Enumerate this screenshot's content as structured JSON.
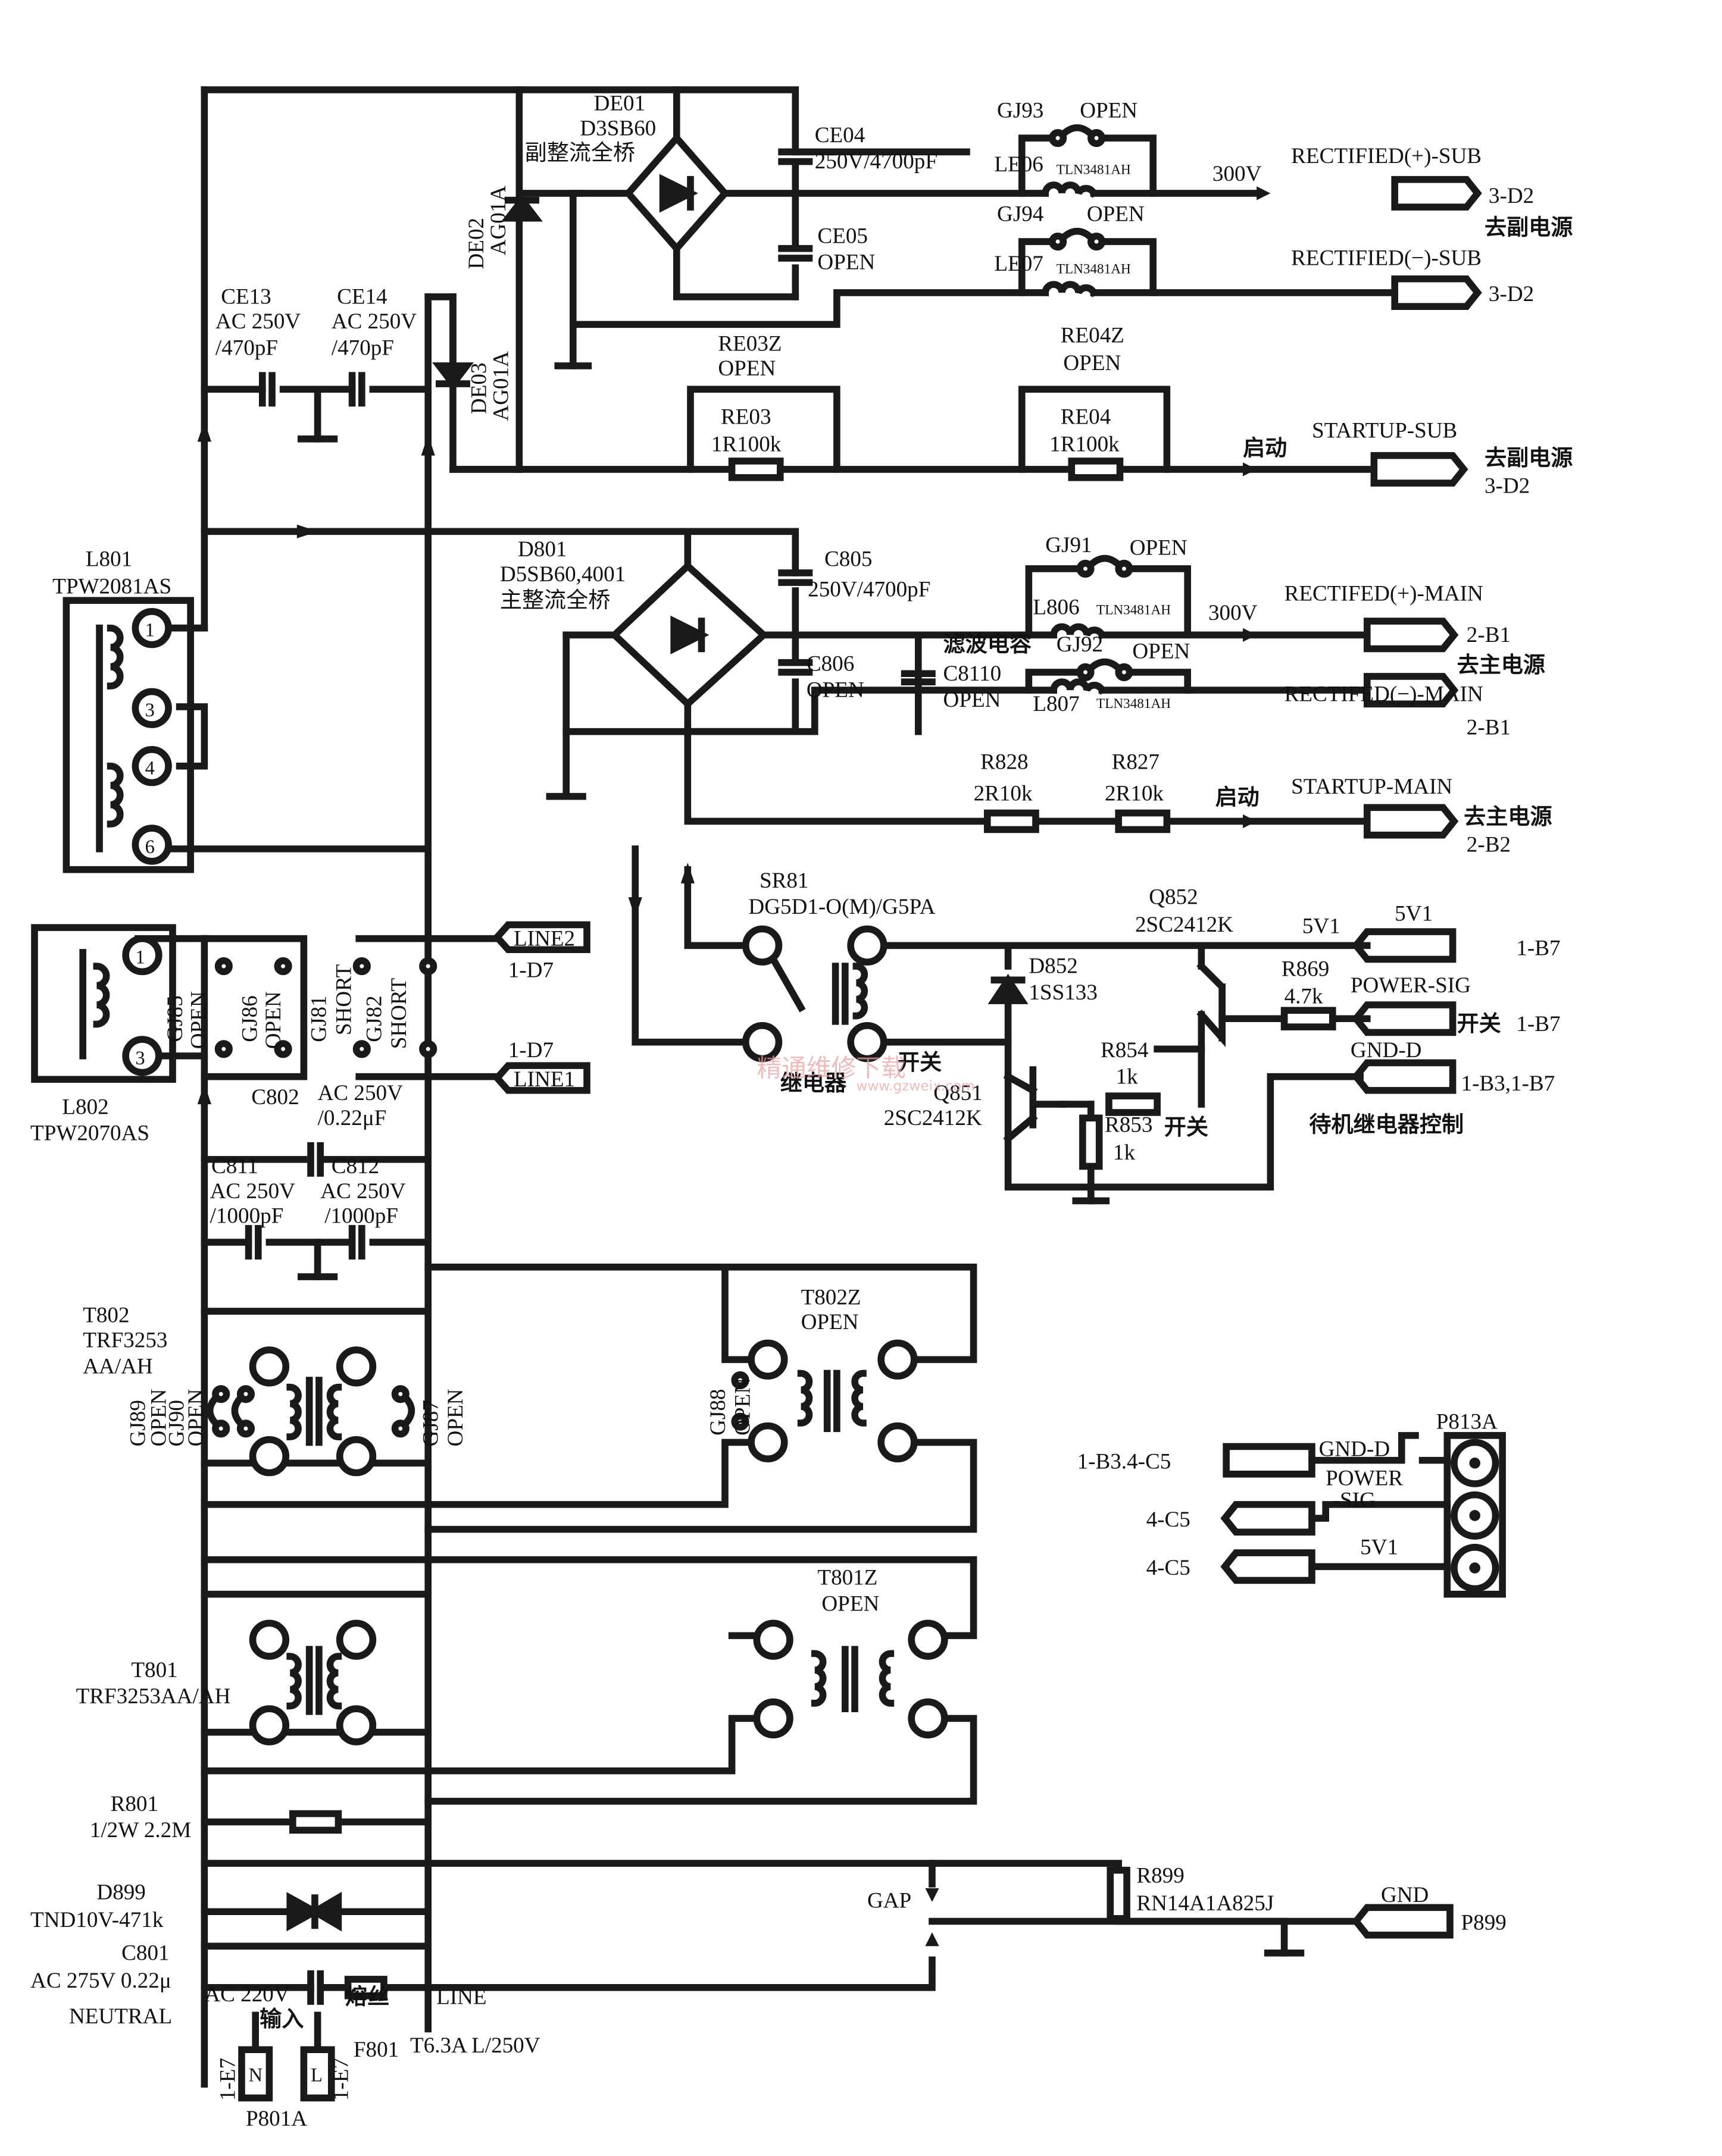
{
  "labels": {
    "de01": "DE01",
    "de01_part": "D3SB60",
    "de01_desc": "副整流全桥",
    "de02": "DE02",
    "de02_part": "AG01A",
    "de03": "DE03",
    "de03_part": "AG01A",
    "ce04": "CE04",
    "ce04_val": "250V/4700pF",
    "ce05": "CE05",
    "ce05_val": "OPEN",
    "ce13": "CE13",
    "ce13_val1": "AC 250V",
    "ce13_val2": "/470pF",
    "ce14": "CE14",
    "ce14_val1": "AC 250V",
    "ce14_val2": "/470pF",
    "gj93": "GJ93",
    "gj93_val": "OPEN",
    "gj94": "GJ94",
    "gj94_val": "OPEN",
    "le06": "LE06",
    "le07": "LE07",
    "tln": "TLN3481AH",
    "v300a": "300V",
    "rect_plus_sub": "RECTIFIED(+)-SUB",
    "rect_minus_sub": "RECTIFIED(−)-SUB",
    "d2a": "3-D2",
    "d2b": "3-D2",
    "d2c": "3-D2",
    "to_sub_a": "去副电源",
    "to_sub_b": "去副电源",
    "re03z": "RE03Z",
    "re03z_val": "OPEN",
    "re04z": "RE04Z",
    "re04z_val": "OPEN",
    "re03": "RE03",
    "re03_val": "1R100k",
    "re04": "RE04",
    "re04_val": "1R100k",
    "start_a": "启动",
    "startup_sub": "STARTUP-SUB",
    "l801": "L801",
    "l801_part": "TPW2081AS",
    "d801": "D801",
    "d801_part": "D5SB60,4001",
    "d801_desc": "主整流全桥",
    "c805": "C805",
    "c805_val": "250V/4700pF",
    "c806": "C806",
    "c806_val": "OPEN",
    "filter_cap": "滤波电容",
    "c8110": "C8110",
    "c8110_val": "OPEN",
    "gj91": "GJ91",
    "gj91_val": "OPEN",
    "gj92": "GJ92",
    "gj92_val": "OPEN",
    "l806": "L806",
    "l807": "L807",
    "v300b": "300V",
    "rect_plus_main": "RECTIFED(+)-MAIN",
    "rect_minus_main": "RECTIFED(−)-MAIN",
    "b1a": "2-B1",
    "b1b": "2-B1",
    "to_main_a": "去主电源",
    "to_main_b": "去主电源",
    "r828": "R828",
    "r828_val": "2R10k",
    "r827": "R827",
    "r827_val": "2R10k",
    "start_b": "启动",
    "startup_main": "STARTUP-MAIN",
    "b2": "2-B2",
    "sr81": "SR81",
    "sr81_part": "DG5D1-O(M)/G5PA",
    "relay": "继电器",
    "switch_a": "开关",
    "q852": "Q852",
    "q852_part": "2SC2412K",
    "v5v1a": "5V1",
    "v5v1b": "5V1",
    "b7a": "1-B7",
    "d852": "D852",
    "d852_part": "1SS133",
    "r869": "R869",
    "r869_val": "4.7k",
    "power_sig": "POWER-SIG",
    "switch_b": "开关",
    "b7b": "1-B7",
    "r854": "R854",
    "r854_val": "1k",
    "gnd_d": "GND-D",
    "b3b7": "1-B3,1-B7",
    "q851": "Q851",
    "q851_part": "2SC2412K",
    "r853": "R853",
    "r853_val": "1k",
    "switch_c": "开关",
    "standby_ctrl": "待机继电器控制",
    "line2": "LINE2",
    "d7a": "1-D7",
    "d7b": "1-D7",
    "line1": "LINE1",
    "gj85": "GJ85",
    "gj86": "GJ86",
    "gj81": "GJ81",
    "gj82": "GJ82",
    "open": "OPEN",
    "short": "SHORT",
    "l802": "L802",
    "l802_part": "TPW2070AS",
    "c802": "C802",
    "c802_val1": "AC 250V",
    "c802_val2": "/0.22μF",
    "c811": "C811",
    "c811_val1": "AC 250V",
    "c811_val2": "/1000pF",
    "c812": "C812",
    "c812_val1": "AC 250V",
    "c812_val2": "/1000pF",
    "t802": "T802",
    "t802_part1": "TRF3253",
    "t802_part2": "AA/AH",
    "t802z": "T802Z",
    "t802z_val": "OPEN",
    "gj89": "GJ89",
    "gj90": "GJ90",
    "gj87": "GJ87",
    "gj88": "GJ88",
    "t801": "T801",
    "t801_part": "TRF3253AA/AH",
    "t801z": "T801Z",
    "t801z_val": "OPEN",
    "r801": "R801",
    "r801_val": "1/2W 2.2M",
    "d899": "D899",
    "d899_part": "TND10V-471k",
    "c801": "C801",
    "c801_val": "AC 275V 0.22μ",
    "neutral": "NEUTRAL",
    "ac220": "AC 220V",
    "input": "输入",
    "fuse": "熔丝",
    "line": "LINE",
    "f801": "F801",
    "f801_val": "T6.3A  L/250V",
    "e7a": "1-E7",
    "e7b": "1-E7",
    "pin_n": "N",
    "pin_l": "L",
    "p801a": "P801A",
    "gap": "GAP",
    "r899": "R899",
    "r899_part": "RN14A1A825J",
    "gnd": "GND",
    "p899": "P899",
    "p813a": "P813A",
    "c5_ref1": "1-B3.4-C5",
    "c5_ref2": "4-C5",
    "c5_ref3": "4-C5",
    "p813_gnd_d": "GND-D",
    "p813_power": "POWER",
    "p813_sig": "-SIG",
    "p813_5v1": "5V1",
    "pin1": "1",
    "pin3": "3",
    "pin4": "4",
    "pin6": "6",
    "pin1b": "1",
    "pin3b": "3",
    "watermark_cn": "精通维修下载",
    "watermark_url": "www.gzweix.com"
  }
}
